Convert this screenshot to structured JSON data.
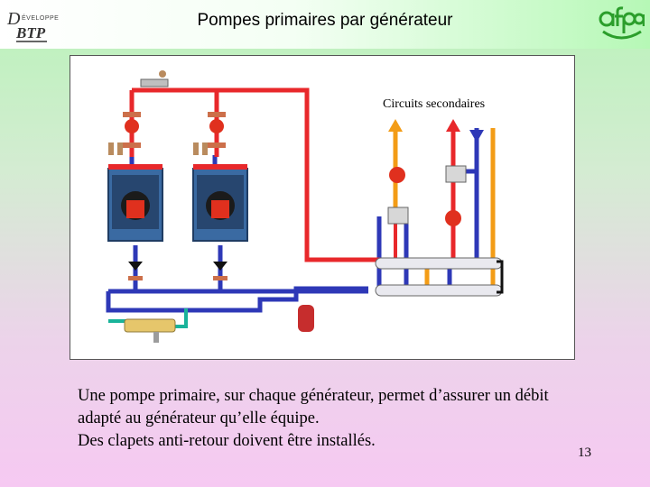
{
  "title": "Pompes primaires par générateur",
  "logos": {
    "left_text": [
      "D",
      "BTP"
    ],
    "right_text": "afpa"
  },
  "diagram": {
    "label": "Circuits secondaires"
  },
  "body_lines": [
    "Une pompe primaire, sur chaque générateur, permet d’assurer un débit",
    "adapté au générateur qu’elle équipe.",
    "Des clapets anti-retour doivent être installés."
  ],
  "page_number": "13",
  "colors": {
    "supply_pipe": "#e8282b",
    "return_pipe": "#2e38b7",
    "mixed_pipe": "#f39c16",
    "cold_water_pipe": "#19b39a",
    "boiler_body": "#3a6aa2",
    "burner": "#e0301e"
  }
}
